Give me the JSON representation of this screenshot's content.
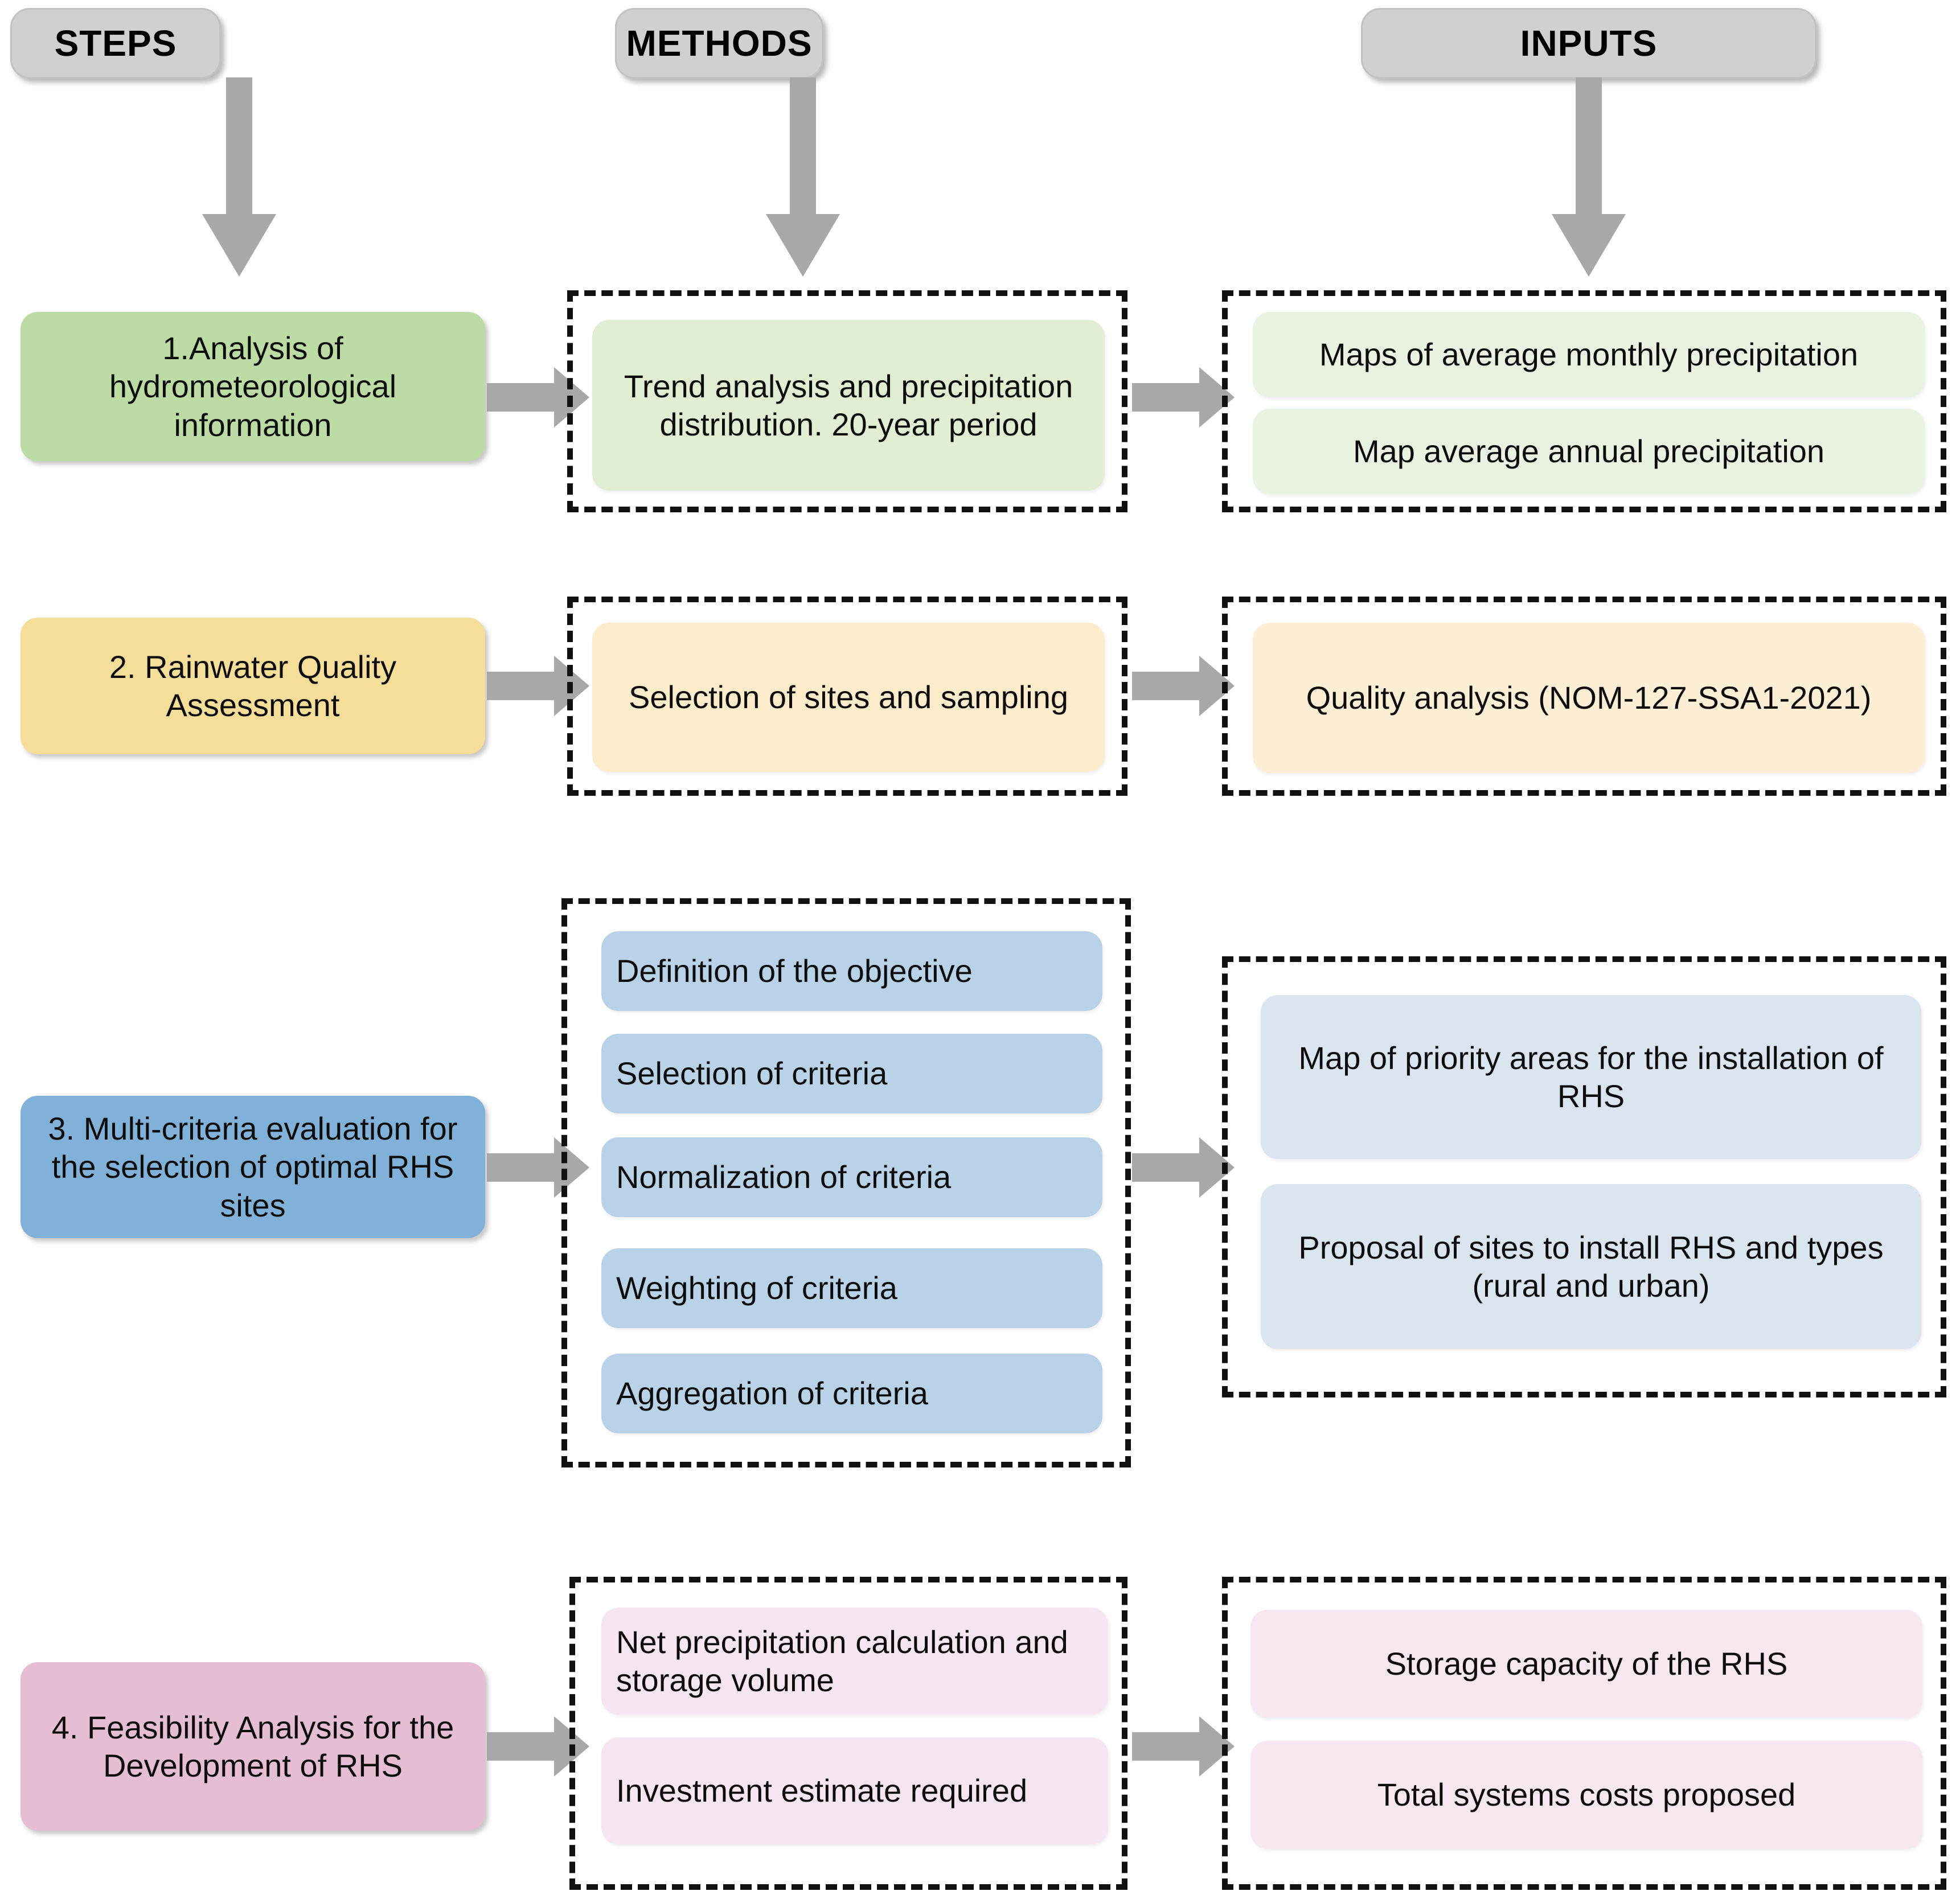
{
  "diagram": {
    "title": "Rainwater Harvesting System (RHS) methodology flowchart",
    "columns": [
      {
        "id": "steps",
        "label": "STEPS"
      },
      {
        "id": "methods",
        "label": "METHODS"
      },
      {
        "id": "inputs",
        "label": "INPUTS"
      }
    ],
    "colors": {
      "header_fill": "#d0d0d0",
      "arrow_fill": "#a8a8a8",
      "dashed_border": "#111111",
      "row1_step": "#bcdba5",
      "row1_method": "#e2eed3",
      "row1_input": "#eaf2e1",
      "row2_step": "#f5dd9a",
      "row2_method": "#fdeccb",
      "row2_input": "#fcefd6",
      "row3_step": "#81b0d9",
      "row3_method": "#b9d2e8",
      "row3_input": "#dbe5ef",
      "row4_step": "#e6bed4",
      "row4_method": "#f6e6f1",
      "row4_input": "#f6e7f1"
    },
    "rows": [
      {
        "id": "row-1",
        "step": "1.Analysis of hydrometeorological information",
        "methods": [
          "Trend analysis and precipitation distribution. 20-year period"
        ],
        "inputs": [
          "Maps of average monthly precipitation",
          "Map average annual precipitation"
        ]
      },
      {
        "id": "row-2",
        "step": "2. Rainwater Quality Assessment",
        "methods": [
          "Selection of sites and sampling"
        ],
        "inputs": [
          "Quality analysis (NOM-127-SSA1-2021)"
        ]
      },
      {
        "id": "row-3",
        "step": "3. Multi-criteria evaluation for the selection of optimal RHS sites",
        "methods": [
          "Definition of the objective",
          "Selection of criteria",
          "Normalization of criteria",
          "Weighting of criteria",
          "Aggregation of criteria"
        ],
        "inputs": [
          "Map of priority areas for the installation of RHS",
          "Proposal of sites to install RHS and types (rural and urban)"
        ]
      },
      {
        "id": "row-4",
        "step": "4. Feasibility Analysis for the Development of RHS",
        "methods": [
          "Net precipitation calculation and storage volume",
          "Investment estimate required"
        ],
        "inputs": [
          "Storage capacity of the RHS",
          "Total systems costs proposed"
        ]
      }
    ],
    "arrows": {
      "down_icon": "arrow-down-block",
      "right_icon": "arrow-right-block"
    }
  }
}
